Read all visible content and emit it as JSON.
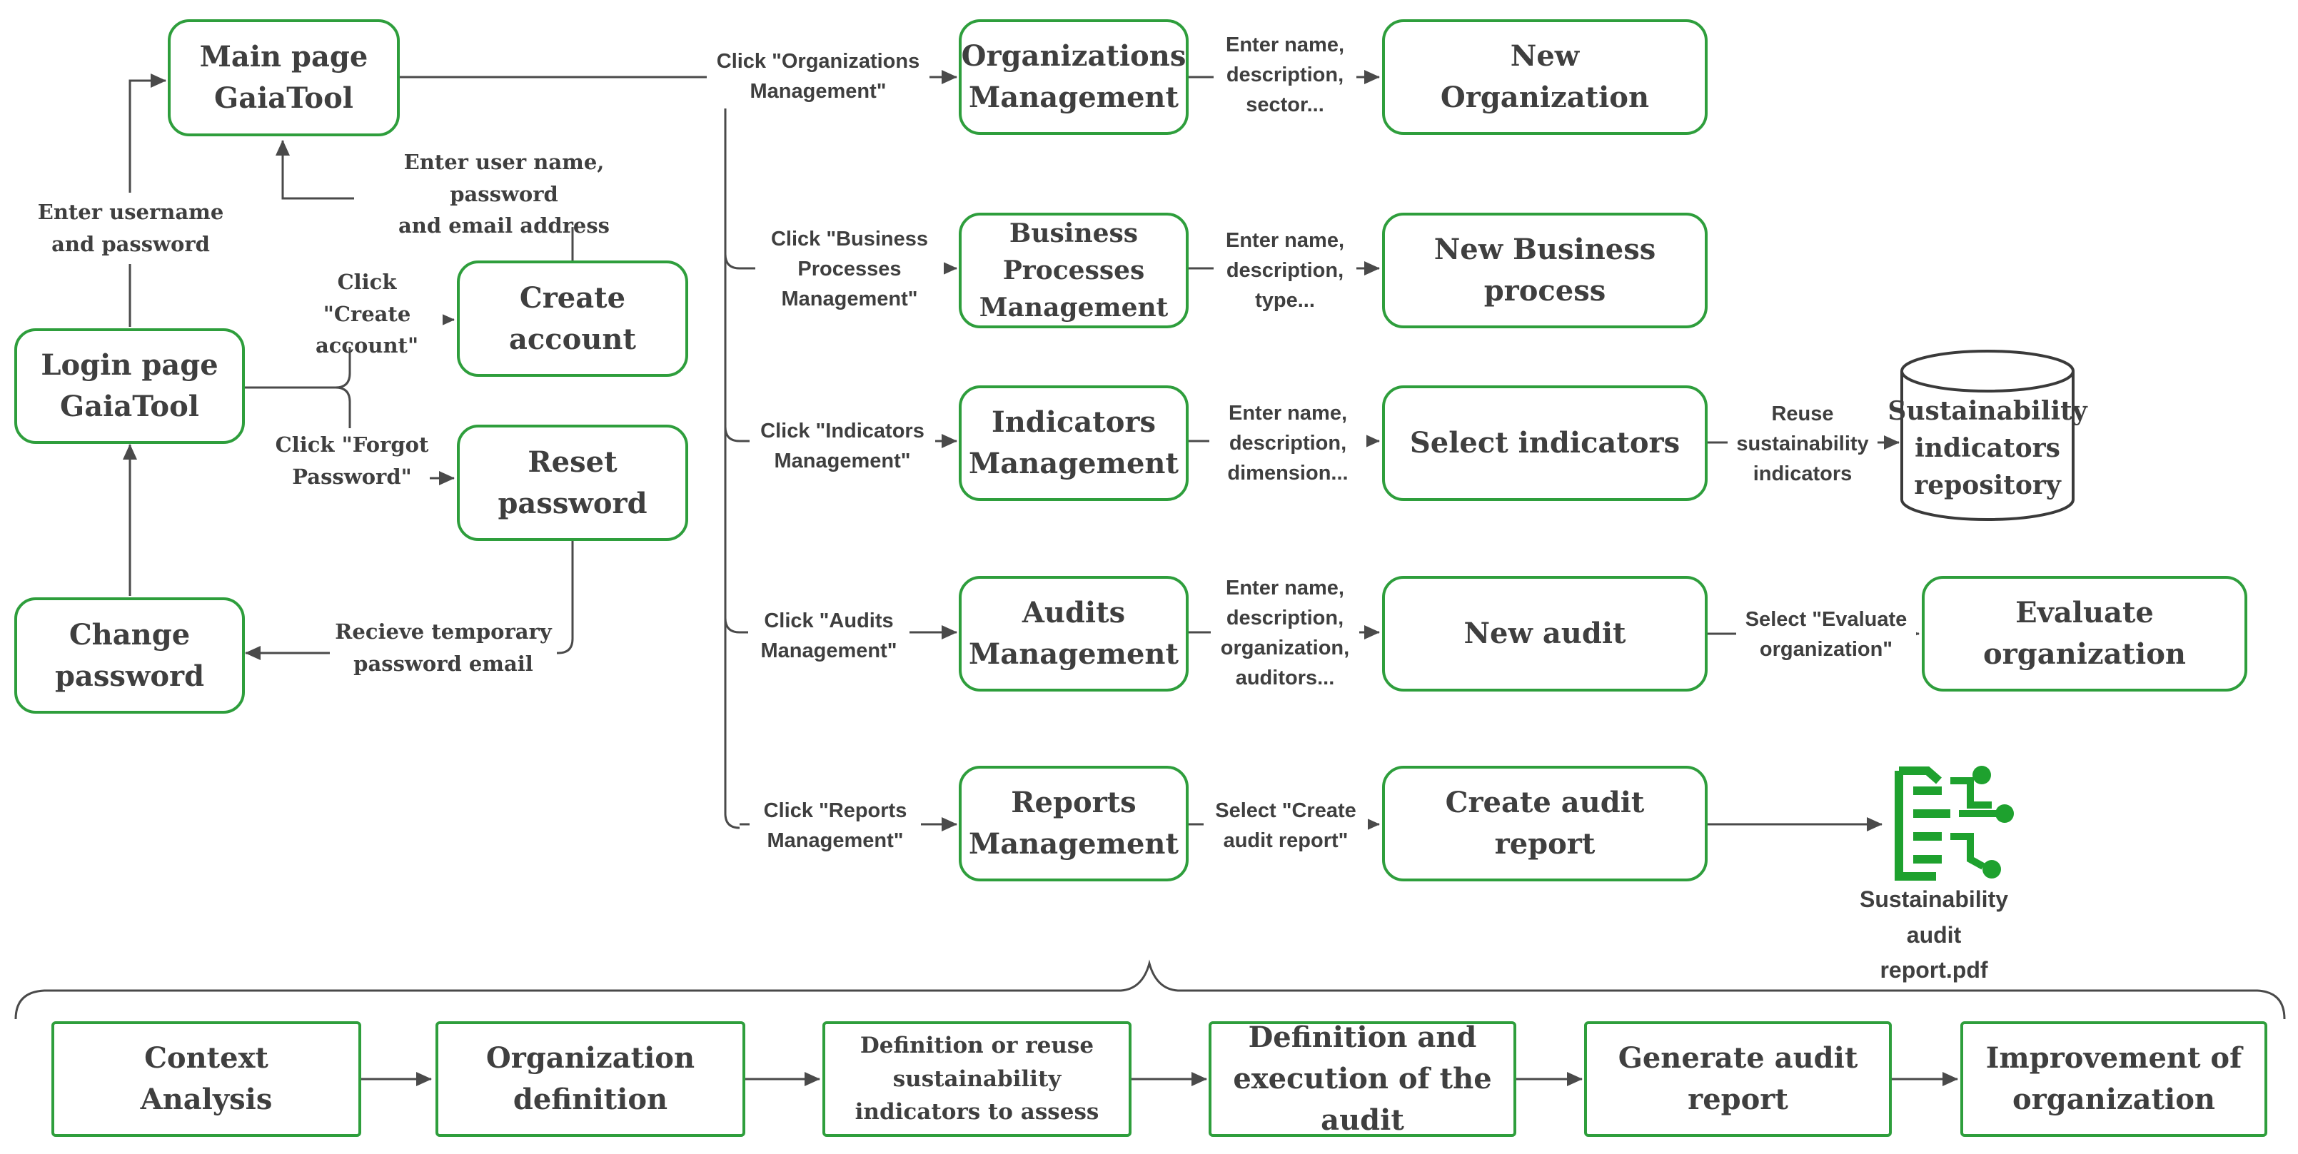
{
  "colors": {
    "node_border": "#2e9e3c",
    "icon_green": "#1ea12e",
    "edge": "#4a4a4a",
    "text": "#3f3f3f"
  },
  "nodes": {
    "main_page": "Main page\nGaiaTool",
    "login_page": "Login page\nGaiaTool",
    "create_account": "Create\naccount",
    "reset_password": "Reset\npassword",
    "change_password": "Change\npassword",
    "organizations_management": "Organizations\nManagement",
    "new_organization": "New\nOrganization",
    "business_processes_management": "Business Processes\nManagement",
    "new_business_process": "New Business\nprocess",
    "indicators_management": "Indicators\nManagement",
    "select_indicators": "Select indicators",
    "repository": "Sustainability\nindicators\nrepository",
    "audits_management": "Audits\nManagement",
    "new_audit": "New audit",
    "evaluate_organization": "Evaluate\norganization",
    "reports_management": "Reports\nManagement",
    "create_audit_report": "Create audit\nreport"
  },
  "edge_labels": {
    "enter_username": "Enter username\nand password",
    "enter_user_details": "Enter user name, password\nand email address",
    "click_create_account": "Click \"Create\naccount\"",
    "click_forgot_password": "Click \"Forgot\nPassword\"",
    "receive_temp_password": "Recieve temporary\npassword email",
    "click_orgs": "Click \"Organizations\nManagement\"",
    "click_business": "Click \"Business\nProcesses\nManagement\"",
    "click_indicators": "Click \"Indicators\nManagement\"",
    "click_audits": "Click \"Audits\nManagement\"",
    "click_reports": "Click \"Reports\nManagement\"",
    "enter_org": "Enter name,\ndescription,\nsector...",
    "enter_bp": "Enter name,\ndescription,\ntype...",
    "enter_ind": "Enter name,\ndescription,\ndimension...",
    "enter_audit": "Enter name,\ndescription,\norganization,\nauditors...",
    "select_create_report": "Select \"Create\naudit report\"",
    "reuse_indicators": "Reuse\nsustainability\nindicators",
    "select_evaluate": "Select \"Evaluate\norganization\""
  },
  "output_document": {
    "icon": "report-document-icon",
    "label": "Sustainability\naudit\nreport.pdf"
  },
  "phases": [
    "Context\nAnalysis",
    "Organization\ndefinition",
    "Definition or reuse\nsustainability\nindicators to assess",
    "Definition and\nexecution of the audit",
    "Generate audit\nreport",
    "Improvement of\norganization"
  ]
}
